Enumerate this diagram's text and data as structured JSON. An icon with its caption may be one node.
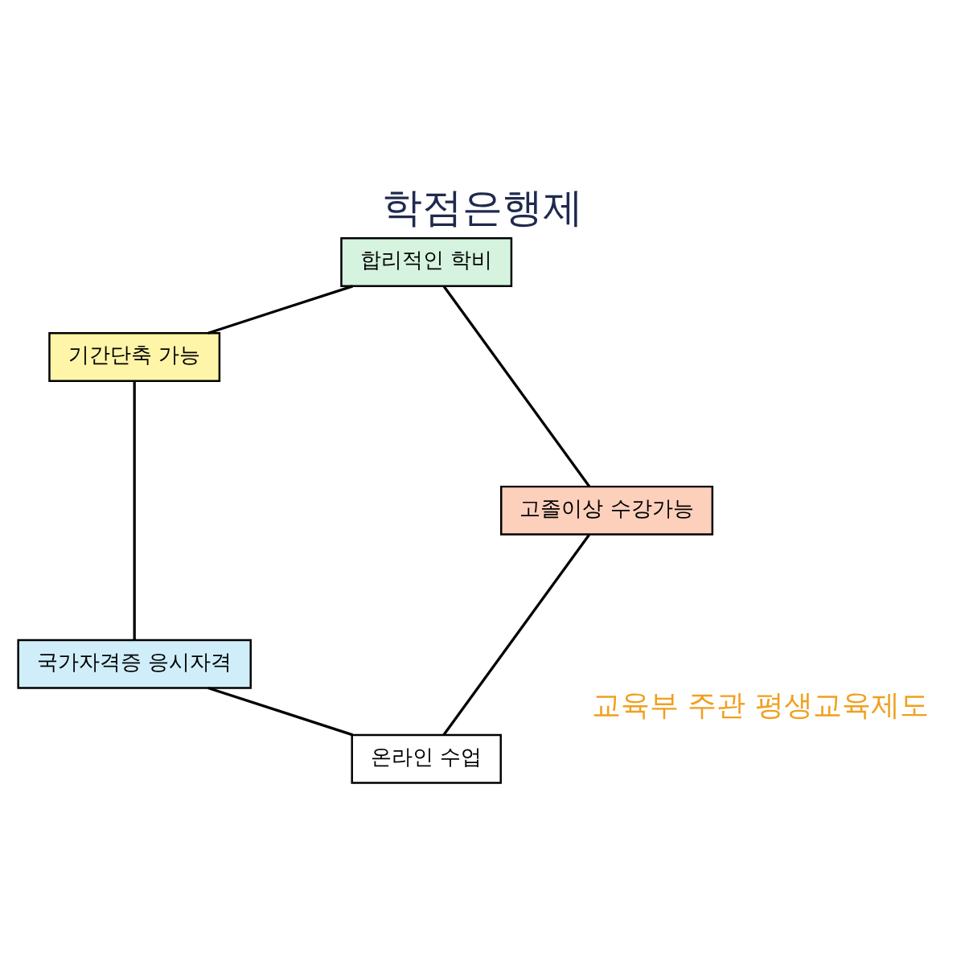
{
  "diagram": {
    "title": "학점은행제",
    "nodes": [
      {
        "text": [
          "온라인 수업"
        ]
      },
      {
        "text": [
          "국가자격증 응시자격"
        ]
      },
      {
        "text": [
          "기간단축 가능"
        ]
      },
      {
        "text": [
          "합리적인 학비"
        ]
      },
      {
        "text": [
          "고졸이상 수강가능"
        ]
      },
      {
        "text": [
          "교육부 주관 평생교육제도"
        ]
      }
    ],
    "edges": [
      {
        "from": 0,
        "to": 1,
        "arrow": "none"
      },
      {
        "from": 1,
        "to": 2,
        "arrow": "none"
      },
      {
        "from": 2,
        "to": 3,
        "arrow": "none"
      },
      {
        "from": 3,
        "to": 4,
        "arrow": "none"
      },
      {
        "from": 4,
        "to": 0,
        "arrow": "none"
      }
    ]
  }
}
